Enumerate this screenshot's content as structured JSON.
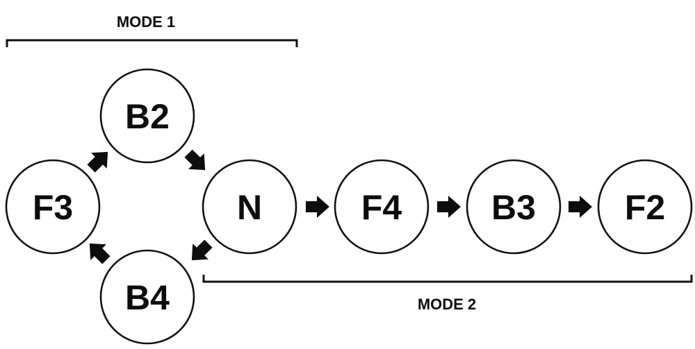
{
  "nodes": {
    "f3": "F3",
    "b2": "B2",
    "n": "N",
    "b4": "B4",
    "f4": "F4",
    "b3": "B3",
    "f2": "F2"
  },
  "modes": {
    "mode1": "MODE 1",
    "mode2": "MODE 2"
  },
  "edges": [
    [
      "F3",
      "B2"
    ],
    [
      "B2",
      "N"
    ],
    [
      "N",
      "B4"
    ],
    [
      "B4",
      "F3"
    ],
    [
      "N",
      "F4"
    ],
    [
      "F4",
      "B3"
    ],
    [
      "B3",
      "F2"
    ]
  ]
}
